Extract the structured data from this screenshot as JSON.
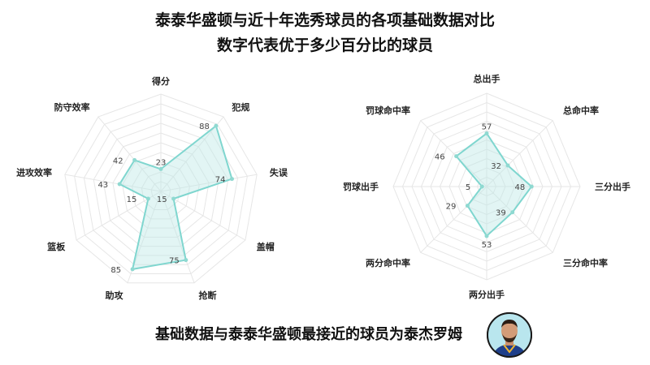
{
  "title_line1": "泰泰华盛顿与近十年选秀球员的各项基础数据对比",
  "title_line2": "数字代表优于多少百分比的球员",
  "footer": "基础数据与泰泰华盛顿最接近的球员为泰杰罗姆",
  "colors": {
    "fill": "#bfe9e6",
    "stroke": "#7fd6cf",
    "point": "#8fd9d1",
    "grid": "#e6e6e6"
  },
  "chart_data": [
    {
      "type": "radar",
      "title": "",
      "range": [
        0,
        100
      ],
      "grid": true,
      "axes": [
        "得分",
        "犯规",
        "失误",
        "盖帽",
        "抢断",
        "助攻",
        "篮板",
        "进攻效率",
        "防守效率"
      ],
      "values": [
        23,
        88,
        74,
        15,
        75,
        85,
        15,
        43,
        42
      ]
    },
    {
      "type": "radar",
      "title": "",
      "range": [
        0,
        100
      ],
      "grid": true,
      "axes": [
        "总出手",
        "总命中率",
        "三分出手",
        "三分命中率",
        "两分出手",
        "两分命中率",
        "罚球出手",
        "罚球命中率"
      ],
      "values": [
        57,
        32,
        48,
        39,
        53,
        29,
        5,
        46
      ]
    }
  ]
}
